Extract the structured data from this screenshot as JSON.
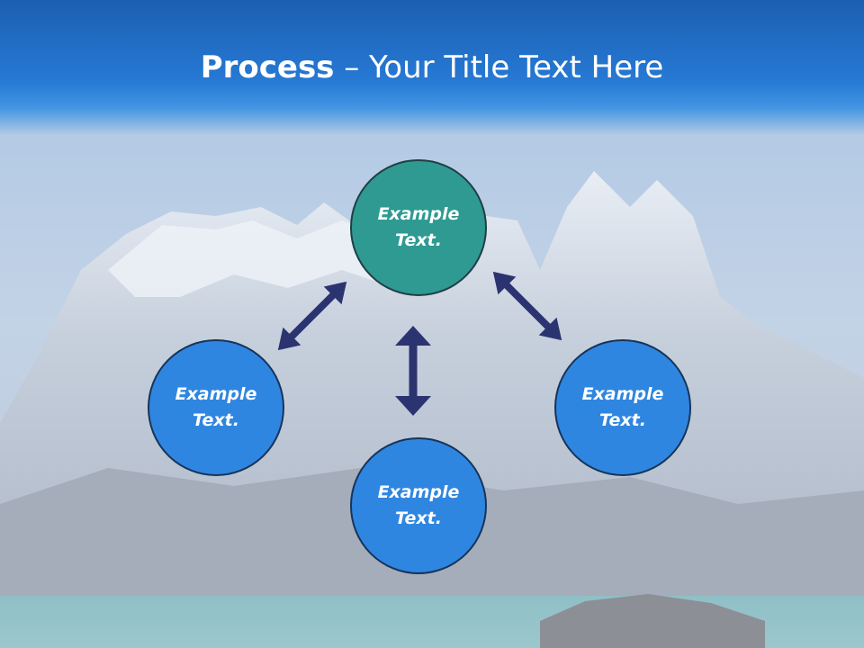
{
  "slide": {
    "title_bold": "Process",
    "title_rest": " – Your Title Text Here"
  },
  "nodes": {
    "top": {
      "text": "Example Text."
    },
    "left": {
      "text": "Example Text."
    },
    "right": {
      "text": "Example Text."
    },
    "bottom": {
      "text": "Example Text."
    }
  },
  "colors": {
    "header": "#2679d4",
    "node_teal": "#2e9a92",
    "node_blue": "#2f86e0",
    "arrow": "#2b3470"
  }
}
